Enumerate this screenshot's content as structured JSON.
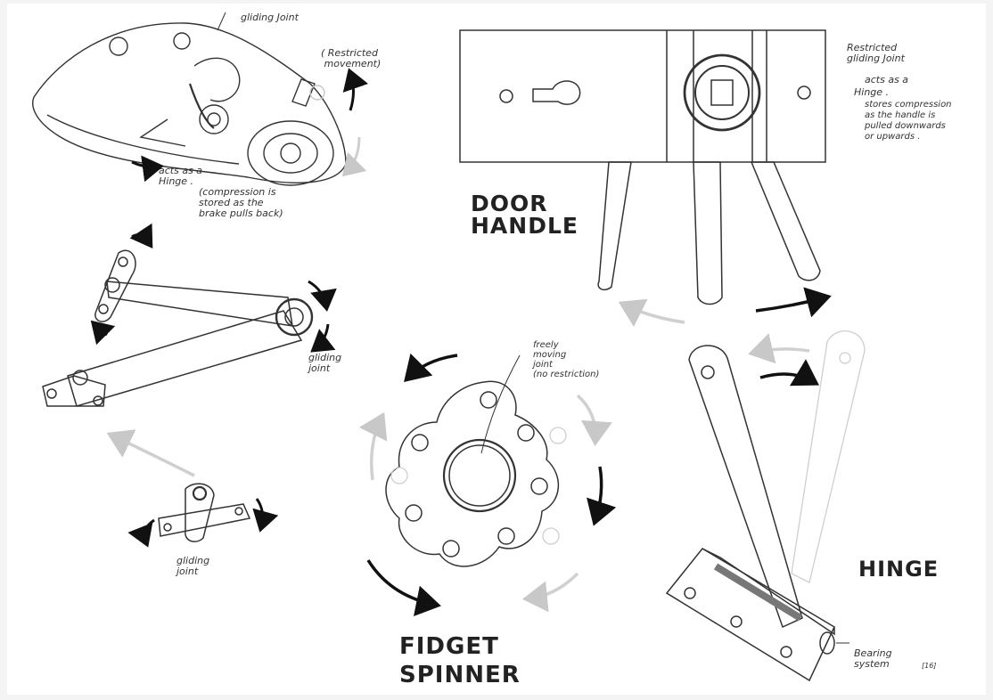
{
  "brake": {
    "gliding_joint": "gliding Joint",
    "restricted": "( Restricted\n movement)",
    "acts_as_hinge": "acts as a\nHinge .",
    "compression": "(compression is\nstored as the\nbrake pulls back)"
  },
  "door_handle": {
    "title": "DOOR\nHANDLE",
    "note_gliding": "Restricted\ngliding Joint",
    "note_acts": "acts as a",
    "note_hinge": "Hinge .",
    "note_stores": "stores compression\nas the handle is\npulled downwards\nor upwards ."
  },
  "linkage": {
    "gliding_joint_right": "gliding\njoint",
    "gliding_joint_bottom": "gliding\njoint"
  },
  "spinner": {
    "title": "FIDGET\nSPINNER",
    "joint_note": "freely\nmoving\njoint\n(no restriction)"
  },
  "hinge": {
    "title": "HINGE",
    "bearing": "Bearing\nsystem"
  },
  "page_number": "[16]",
  "colors": {
    "ink": "#222222",
    "faded": "#bdbdbd",
    "paper": "#ffffff"
  }
}
